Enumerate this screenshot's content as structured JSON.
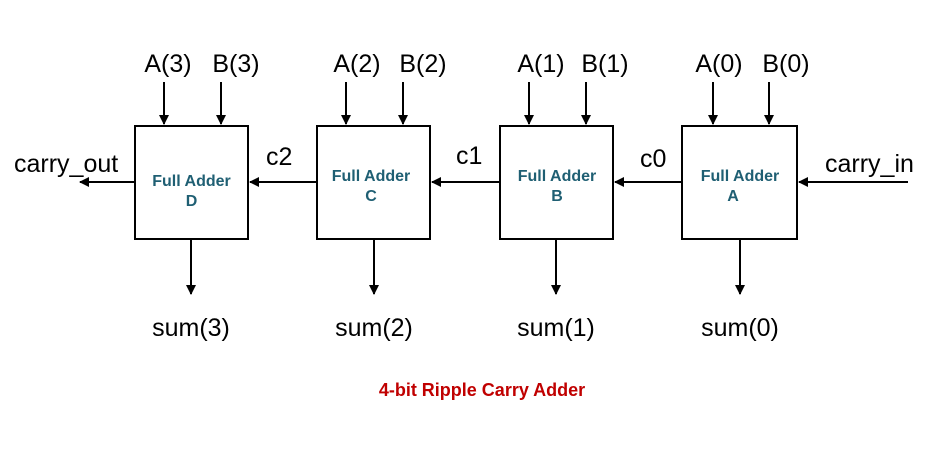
{
  "blocks": [
    {
      "title": "Full Adder",
      "letter": "D",
      "input_a": "A(3)",
      "input_b": "B(3)",
      "sum": "sum(3)"
    },
    {
      "title": "Full Adder",
      "letter": "C",
      "input_a": "A(2)",
      "input_b": "B(2)",
      "sum": "sum(2)"
    },
    {
      "title": "Full Adder",
      "letter": "B",
      "input_a": "A(1)",
      "input_b": "B(1)",
      "sum": "sum(1)"
    },
    {
      "title": "Full Adder",
      "letter": "A",
      "input_a": "A(0)",
      "input_b": "B(0)",
      "sum": "sum(0)"
    }
  ],
  "carries": {
    "carry_out": "carry_out",
    "c2": "c2",
    "c1": "c1",
    "c0": "c0",
    "carry_in": "carry_in"
  },
  "caption": "4-bit Ripple Carry Adder",
  "colors": {
    "block_text": "#1f5f73",
    "caption": "#c00000",
    "lines": "#000000"
  }
}
